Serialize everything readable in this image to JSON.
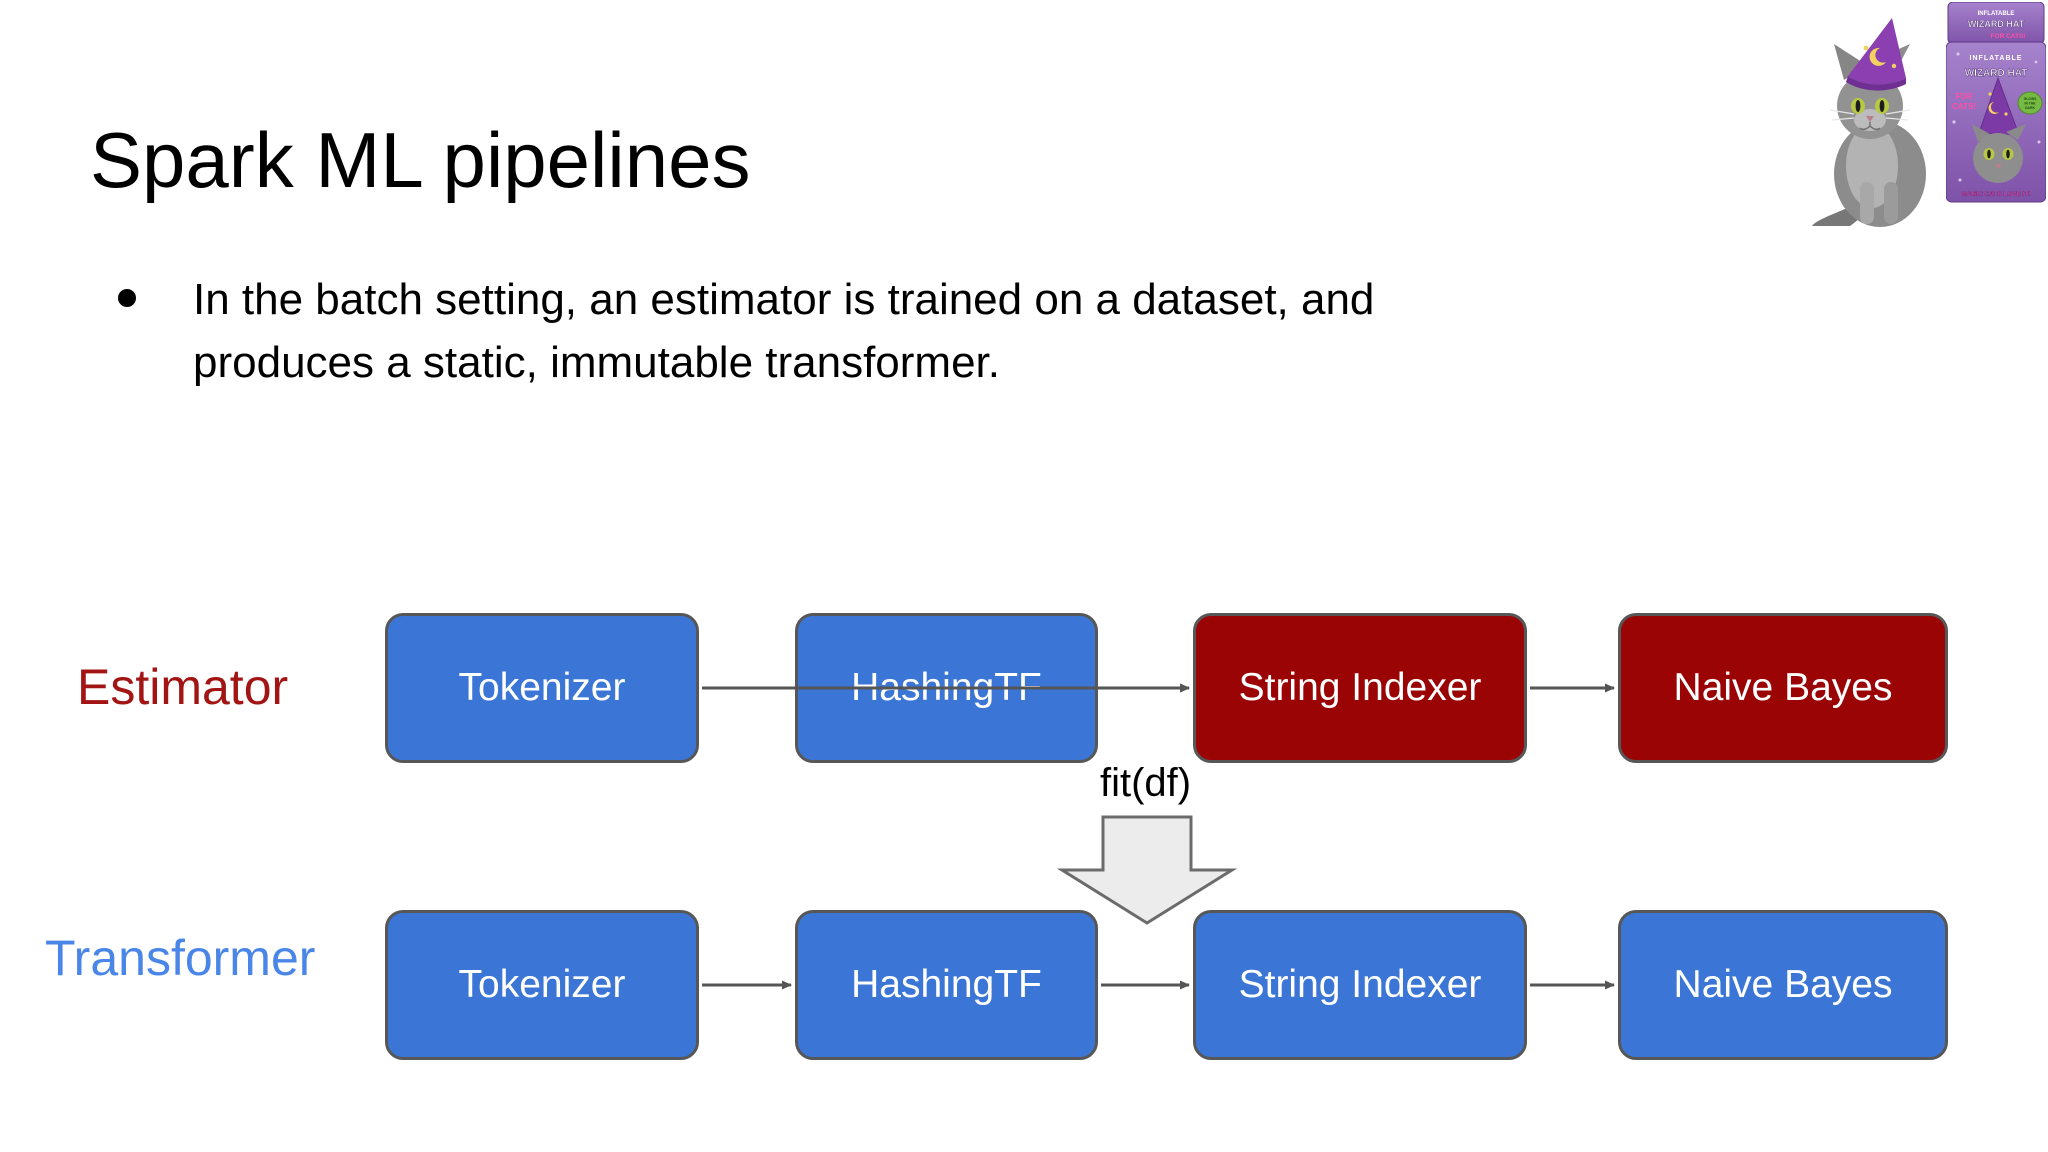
{
  "slide": {
    "title": "Spark ML pipelines",
    "bullet_line1": "In the batch setting, an estimator is trained on a dataset, and",
    "bullet_line2": "produces a static, immutable transformer."
  },
  "diagram": {
    "fit_label": "fit(df)",
    "colors": {
      "box_blue": "#3b76d6",
      "box_red": "#9a0404",
      "box_border": "#575757",
      "connector": "#555555",
      "block_arrow_fill": "#ececec",
      "block_arrow_stroke": "#6b6b6b"
    },
    "rows": [
      {
        "label": "Estimator",
        "label_color": "#a31414",
        "stages": [
          {
            "label": "Tokenizer",
            "fill": "#3b76d6"
          },
          {
            "label": "HashingTF",
            "fill": "#3b76d6"
          },
          {
            "label": "String Indexer",
            "fill": "#9a0404"
          },
          {
            "label": "Naive Bayes",
            "fill": "#9a0404"
          }
        ]
      },
      {
        "label": "Transformer",
        "label_color": "#4a86e8",
        "stages": [
          {
            "label": "Tokenizer",
            "fill": "#3b76d6"
          },
          {
            "label": "HashingTF",
            "fill": "#3b76d6"
          },
          {
            "label": "String Indexer",
            "fill": "#3b76d6"
          },
          {
            "label": "Naive Bayes",
            "fill": "#3b76d6"
          }
        ]
      }
    ]
  },
  "decor": {
    "cat_photo_icon": "cat-wearing-wizard-hat-photo",
    "package_icon": "inflatable-wizard-hat-package",
    "package": {
      "header_line1": "INFLATABLE",
      "header_line2": "WIZARD HAT",
      "header_for_cats": "FOR CATS!",
      "main_line1": "INFLATABLE",
      "main_line2": "WIZARD HAT",
      "main_for_cats_1": "FOR",
      "main_for_cats_2": "CATS!",
      "badge_line1": "GLOWS",
      "badge_line2": "IN THE",
      "badge_line3": "DARK",
      "tagline": "MAGIC CATS LOVE IT!"
    }
  }
}
